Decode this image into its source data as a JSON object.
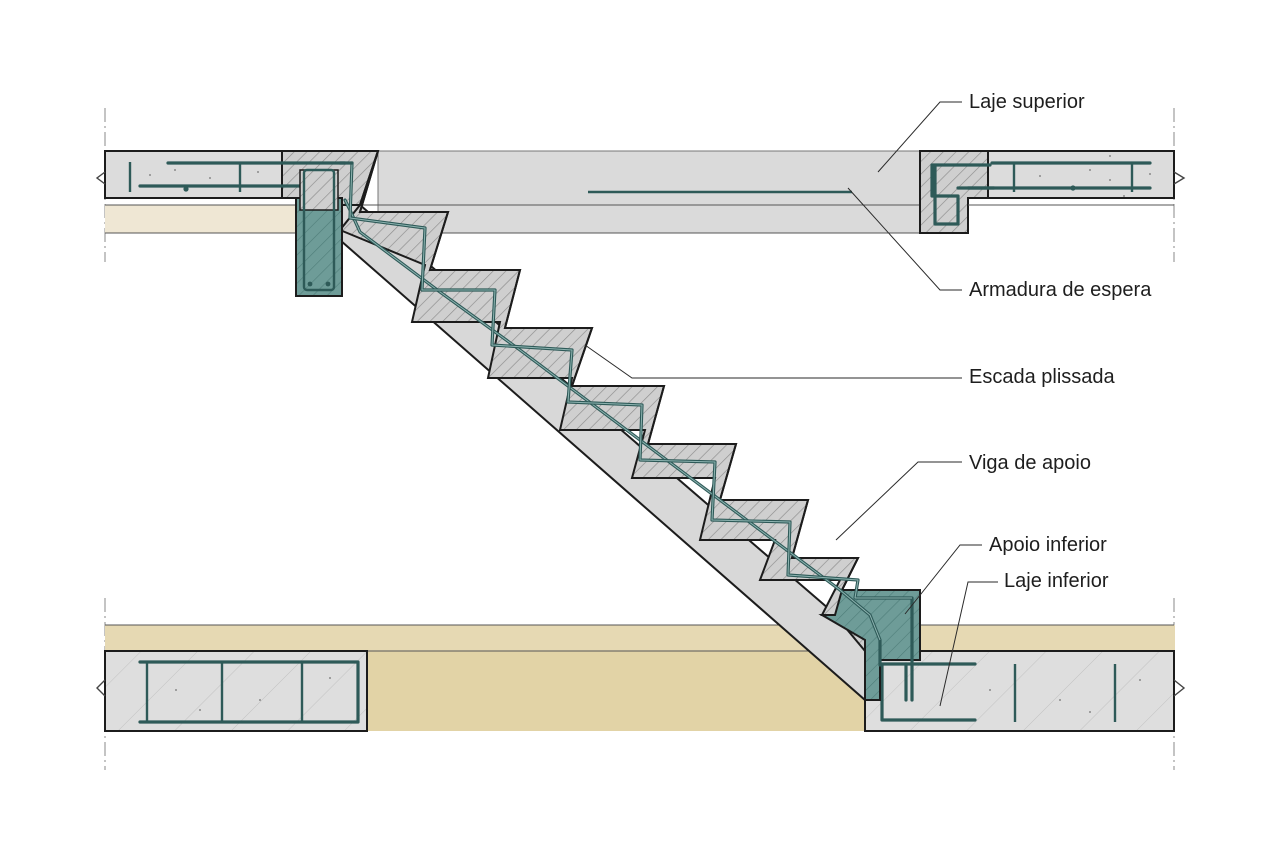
{
  "drawing": {
    "colors": {
      "concrete": "#dcdcdc",
      "concrete_light": "#e3e3e3",
      "slab_fill": "#cfcfcf",
      "soil": "#e3d3a8",
      "beam_teal": "#6e9c98",
      "rebar": "#2e5a58",
      "outline": "#1c1c1c"
    },
    "labels": [
      {
        "id": "laje-superior",
        "text": "Laje superior"
      },
      {
        "id": "armadura-de-espera",
        "text": "Armadura de espera"
      },
      {
        "id": "escada-plissada",
        "text": "Escada plissada"
      },
      {
        "id": "viga-de-apoio",
        "text": "Viga de apoio"
      },
      {
        "id": "apoio-inferior",
        "text": "Apoio inferior"
      },
      {
        "id": "laje-inferior",
        "text": "Laje inferior"
      }
    ]
  }
}
